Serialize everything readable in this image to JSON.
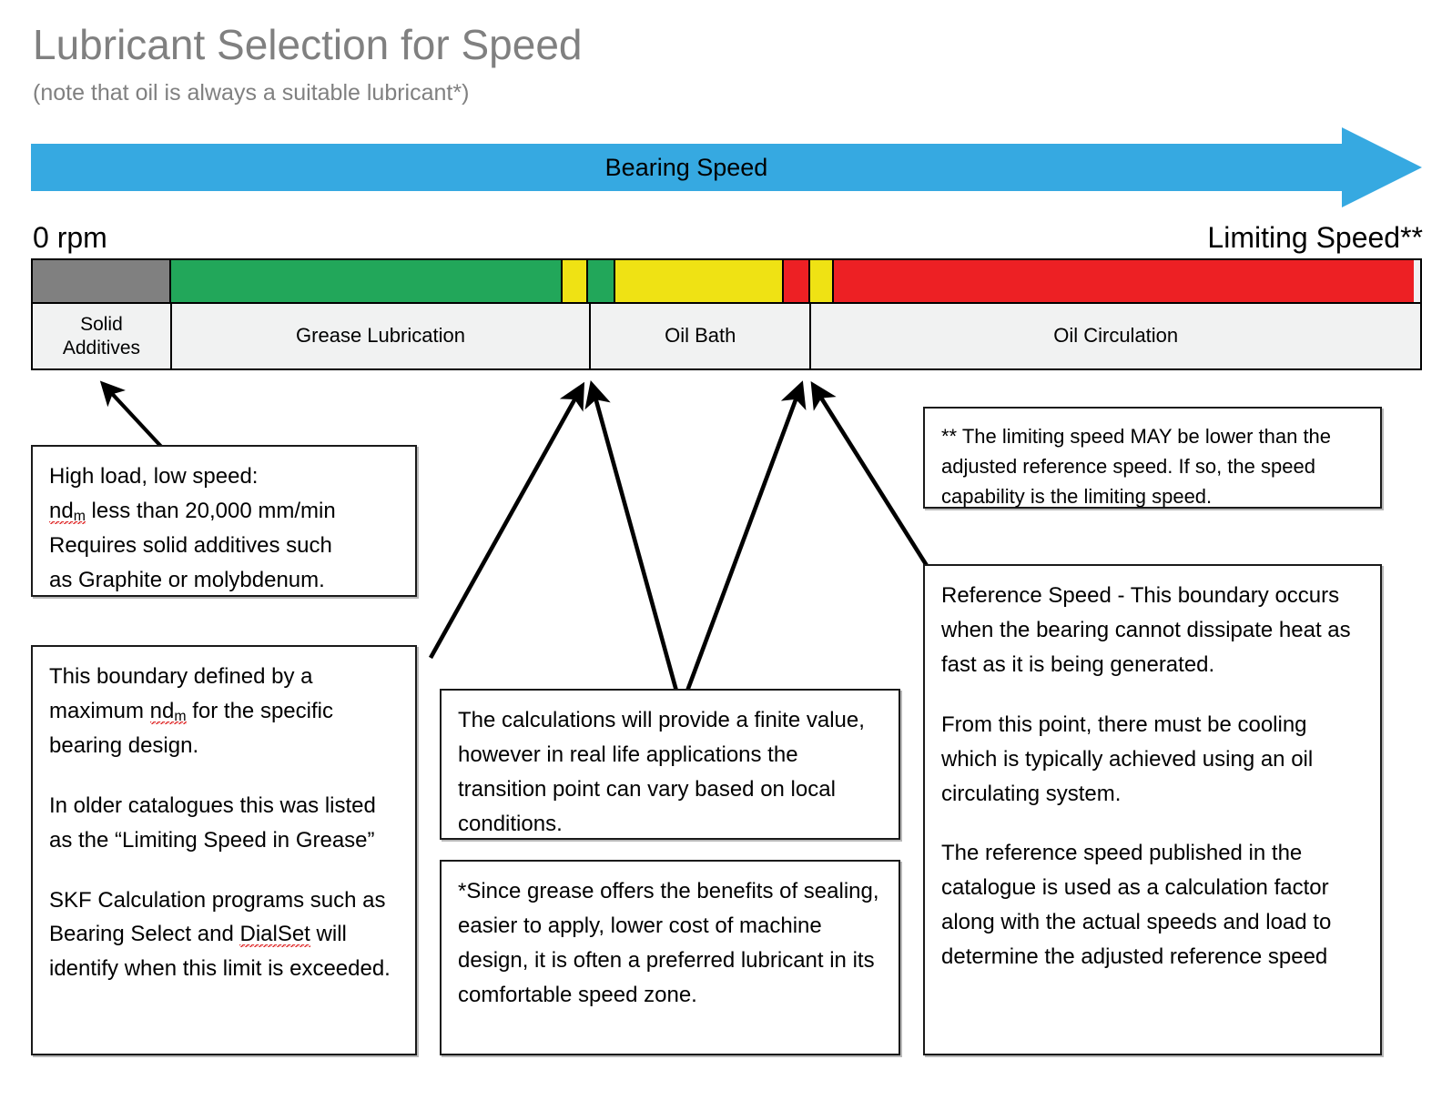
{
  "header": {
    "title": "Lubricant Selection for Speed",
    "subtitle": "(note that oil is always a suitable lubricant*)",
    "title_color": "#808080"
  },
  "speed_axis": {
    "arrow_label": "Bearing Speed",
    "arrow_color": "#36a9e1",
    "start_label": "0 rpm",
    "end_label": "Limiting Speed**"
  },
  "chart_data": {
    "type": "bar",
    "title": "Lubricant Selection for Speed",
    "xlabel": "Bearing Speed",
    "orientation": "horizontal-stacked",
    "axis_start": "0 rpm",
    "axis_end": "Limiting Speed**",
    "colors": {
      "grey": "#808080",
      "green": "#22a75a",
      "yellow": "#efe214",
      "red": "#ed2024",
      "blue": "#36a9e1",
      "legend_background": "#f1f2f2"
    },
    "segments": [
      {
        "name": "solid-additives-zone",
        "color": "#808080",
        "width_pct": 9.9
      },
      {
        "name": "grease-green-main",
        "color": "#22a75a",
        "width_pct": 28.3
      },
      {
        "name": "grease-yellow-warn",
        "color": "#efe214",
        "width_pct": 1.9
      },
      {
        "name": "grease-green-tail",
        "color": "#22a75a",
        "width_pct": 2.0
      },
      {
        "name": "oilbath-yellow-main",
        "color": "#efe214",
        "width_pct": 12.2
      },
      {
        "name": "oilbath-red-warn",
        "color": "#ed2024",
        "width_pct": 2.0
      },
      {
        "name": "oilcirc-yellow-lead",
        "color": "#efe214",
        "width_pct": 1.8
      },
      {
        "name": "oilcirc-red-main",
        "color": "#ed2024",
        "width_pct": 41.9
      }
    ],
    "legend_cells": [
      {
        "label": "Solid\nAdditives",
        "width_pct": 9.9,
        "name": "solid-additives"
      },
      {
        "label": "Grease Lubrication",
        "width_pct": 30.2,
        "name": "grease-lubrication"
      },
      {
        "label": "Oil Bath",
        "width_pct": 15.9,
        "name": "oil-bath"
      },
      {
        "label": "Oil Circulation",
        "width_pct": 44.0,
        "name": "oil-circulation"
      }
    ]
  },
  "legend": {
    "solid_additives_line1": "Solid",
    "solid_additives_line2": "Additives",
    "grease_lubrication": "Grease Lubrication",
    "oil_bath": "Oil Bath",
    "oil_circulation": "Oil Circulation"
  },
  "callouts": {
    "high_load": {
      "line1": "High load, low speed:",
      "line2_pre": "nd",
      "line2_sub": "m",
      "line2_post": " less than 20,000 mm/min",
      "line3": "Requires solid additives such",
      "line4": "as Graphite or molybdenum."
    },
    "boundary": {
      "p1_pre": "This boundary defined by a maximum ",
      "p1_nd": "nd",
      "p1_sub": "m",
      "p1_post": " for the specific bearing design.",
      "p2": "In older catalogues this was listed as the “Limiting Speed in Grease”",
      "p3_pre": "SKF Calculation programs such as Bearing Select and ",
      "p3_dialset": "DialSet",
      "p3_post": " will identify when this limit is exceeded."
    },
    "calculations": {
      "text": "The calculations will provide a finite value, however in real life applications the transition point can vary based on local conditions."
    },
    "grease_benefits": {
      "text": "*Since grease offers the benefits of sealing, easier to apply, lower cost of machine design, it is often a preferred lubricant in its comfortable speed zone."
    },
    "limiting_speed_note": {
      "text": "** The limiting speed MAY be lower than the adjusted reference speed. If so, the speed capability is the limiting speed."
    },
    "reference_speed": {
      "p1": "Reference Speed - This boundary occurs when the bearing cannot dissipate heat as fast as it is being generated.",
      "p2": "From this point, there must be cooling which is typically achieved using an oil circulating system.",
      "p3": "The reference speed published in the catalogue is used as a calculation factor along with the actual speeds and load to determine the adjusted reference speed"
    }
  }
}
